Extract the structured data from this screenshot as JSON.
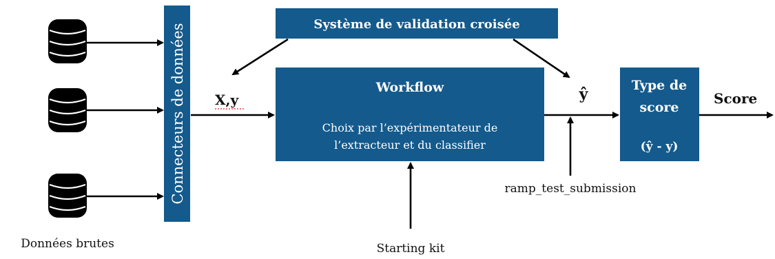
{
  "connectors_label": "Connecteurs de données",
  "validation_label": "Système de validation croisée",
  "workflow": {
    "title": "Workflow",
    "line1": "Choix par l’expérimentateur de",
    "line2": "l’extracteur et du classifier"
  },
  "score_box": {
    "line1": "Type de",
    "line2": "score",
    "formula": "(ŷ - y)"
  },
  "xy_label": "X,y",
  "yhat_label": "ŷ",
  "score_label": "Score",
  "ramp_label": "ramp_test_submission",
  "raw_data_label": "Données brutes",
  "starting_kit_label": "Starting kit",
  "database_icons": [
    "database-icon",
    "database-icon",
    "database-icon"
  ],
  "colors": {
    "box_fill": "#145a8c",
    "text_on_box": "#ffffff"
  }
}
